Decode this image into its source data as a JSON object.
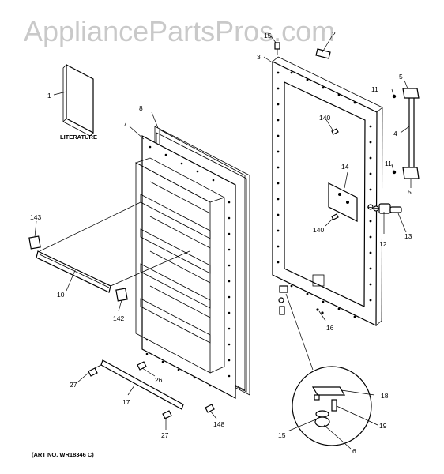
{
  "watermark": "AppliancePartsPros.com",
  "literature_label": "LITERATURE",
  "art_number": "(ART NO. WR18346 C)",
  "callouts": {
    "c1": "1",
    "c2": "2",
    "c3": "3",
    "c4": "4",
    "c5a": "5",
    "c5b": "5",
    "c6": "6",
    "c7": "7",
    "c8": "8",
    "c10": "10",
    "c11a": "11",
    "c11b": "11",
    "c12": "12",
    "c13": "13",
    "c14": "14",
    "c15a": "15",
    "c15b": "15",
    "c16": "16",
    "c17": "17",
    "c18": "18",
    "c19": "19",
    "c26": "26",
    "c27a": "27",
    "c27b": "27",
    "c140a": "140",
    "c140b": "140",
    "c142": "142",
    "c143": "143",
    "c148": "148"
  }
}
